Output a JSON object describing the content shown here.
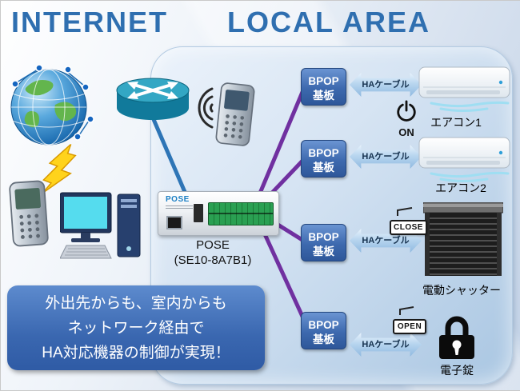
{
  "titles": {
    "internet": "INTERNET",
    "local_area": "LOCAL AREA"
  },
  "colors": {
    "title_blue": "#2f6fb0",
    "board_blue": "#3d69ae",
    "cable_blue": "#b9d6ef",
    "ha_line_purple": "#7030a0",
    "network_line_blue": "#2e75b6",
    "message_box_blue": "#3a67b0",
    "panel_blue": "#bcd4ea"
  },
  "pose_device": {
    "brand": "POSE",
    "label_name": "POSE",
    "label_model": "(SE10-8A7B1)"
  },
  "boards": [
    {
      "line1": "BPOP",
      "line2": "基板"
    },
    {
      "line1": "BPOP",
      "line2": "基板"
    },
    {
      "line1": "BPOP",
      "line2": "基板"
    },
    {
      "line1": "BPOP",
      "line2": "基板"
    }
  ],
  "cables": [
    {
      "label": "HAケーブル"
    },
    {
      "label": "HAケーブル"
    },
    {
      "label": "HAケーブル"
    },
    {
      "label": "HAケーブル"
    }
  ],
  "appliances": [
    {
      "type": "air-conditioner",
      "label": "エアコン1",
      "power_state": "ON"
    },
    {
      "type": "air-conditioner",
      "label": "エアコン2"
    },
    {
      "type": "electric-shutter",
      "label": "電動シャッター",
      "sign": "CLOSE"
    },
    {
      "type": "electronic-lock",
      "label": "電子錠",
      "sign": "OPEN"
    }
  ],
  "message": {
    "line1": "外出先からも、室内からも",
    "line2": "ネットワーク経由で",
    "line3": "HA対応機器の制御が実現！"
  },
  "icons": {
    "globe-icon": "internet-earth-globe-with-network-nodes",
    "router-icon": "cylindrical-router-with-crossed-arrows",
    "lightning-icon": "yellow-lightning-bolt",
    "wifi-signal-icon": "wireless-signal-arcs",
    "smartphone-icon": "mobile-phone-with-keypad",
    "desktop-computer-icon": "desktop-pc-with-monitor-tower-keyboard",
    "power-on-icon": "power-symbol",
    "air-conditioner-icon": "wall-mounted-air-conditioner",
    "shutter-icon": "roller-shutter",
    "padlock-icon": "black-padlock",
    "hanging-sign-icon": "door-sign"
  }
}
